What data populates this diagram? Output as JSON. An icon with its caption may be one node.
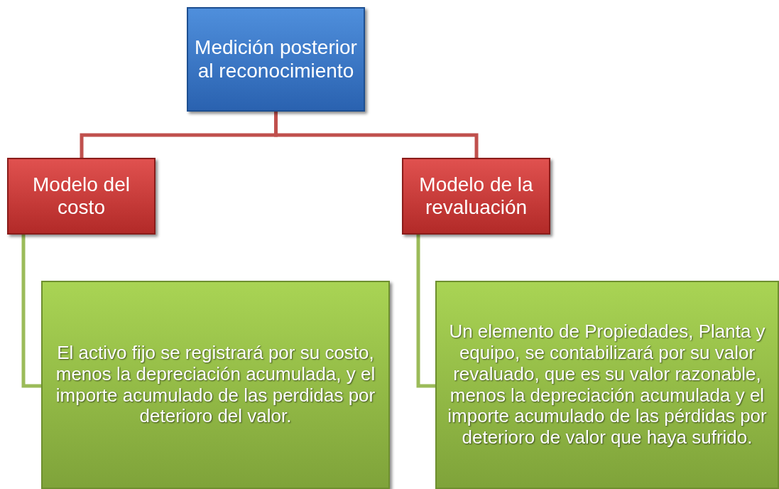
{
  "diagram": {
    "nodes": [
      {
        "text": [
          "Medición posterior al reconocimiento"
        ]
      },
      {
        "text": [
          "Modelo del costo"
        ]
      },
      {
        "text": [
          "Modelo de la revaluación"
        ]
      },
      {
        "text": [
          "El activo fijo se registrará por su costo, menos la depreciación acumulada, y el importe acumulado de las perdidas por deterioro del valor."
        ]
      },
      {
        "text": [
          "Un elemento de Propiedades, Planta y equipo, se contabilizará por su valor revaluado, que es su valor razonable, menos la depreciación acumulada y el importe acumulado de las pérdidas por deterioro de valor que haya sufrido."
        ]
      }
    ],
    "edges": [
      {
        "from": 0,
        "to": 1,
        "arrow": "none",
        "color": "#c0504d"
      },
      {
        "from": 0,
        "to": 2,
        "arrow": "none",
        "color": "#c0504d"
      },
      {
        "from": 1,
        "to": 3,
        "arrow": "none",
        "color": "#9bbb59"
      },
      {
        "from": 2,
        "to": 4,
        "arrow": "none",
        "color": "#9bbb59"
      }
    ]
  }
}
